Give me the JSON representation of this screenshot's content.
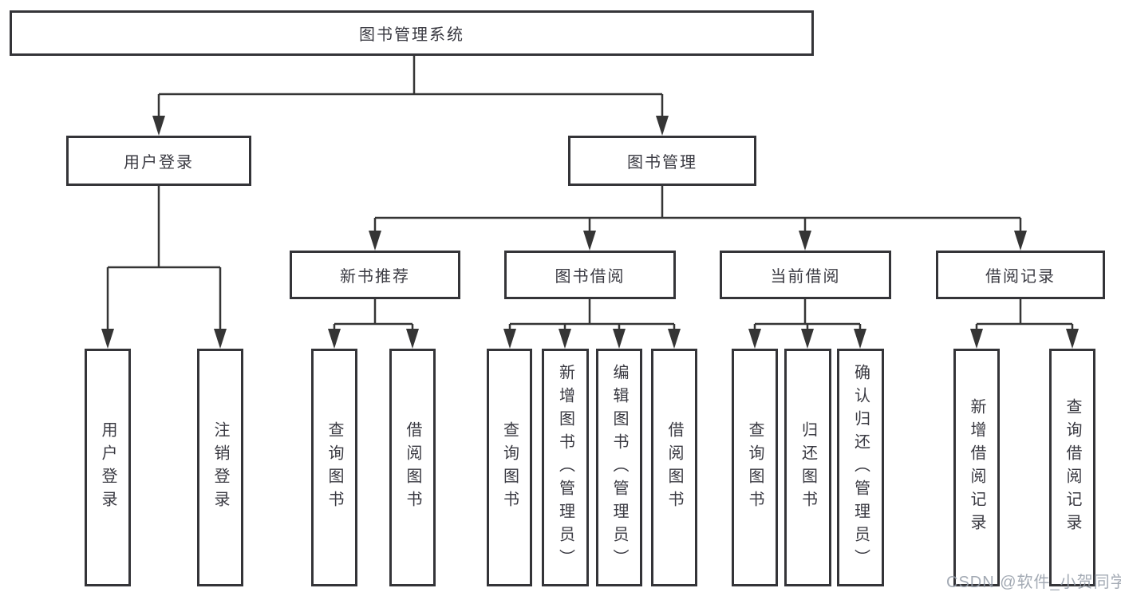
{
  "tree": {
    "label": "图书管理系统",
    "children": [
      {
        "label": "用户登录",
        "children": [
          {
            "label": "用户登录"
          },
          {
            "label": "注销登录"
          }
        ]
      },
      {
        "label": "图书管理",
        "children": [
          {
            "label": "新书推荐",
            "children": [
              {
                "label": "查询图书"
              },
              {
                "label": "借阅图书"
              }
            ]
          },
          {
            "label": "图书借阅",
            "children": [
              {
                "label": "查询图书"
              },
              {
                "label": "新增图书（管理员）"
              },
              {
                "label": "编辑图书（管理员）"
              },
              {
                "label": "借阅图书"
              }
            ]
          },
          {
            "label": "当前借阅",
            "children": [
              {
                "label": "查询图书"
              },
              {
                "label": "归还图书"
              },
              {
                "label": "确认归还（管理员）"
              }
            ]
          },
          {
            "label": "借阅记录",
            "children": [
              {
                "label": "新增借阅记录"
              },
              {
                "label": "查询借阅记录"
              }
            ]
          }
        ]
      }
    ]
  },
  "watermark": {
    "text": "CSDN @软件_小贺同学"
  },
  "colors": {
    "line": "#353535",
    "border": "#343438",
    "text": "#3a3a42",
    "background": "#ffffff",
    "watermark": "#969eaa"
  }
}
